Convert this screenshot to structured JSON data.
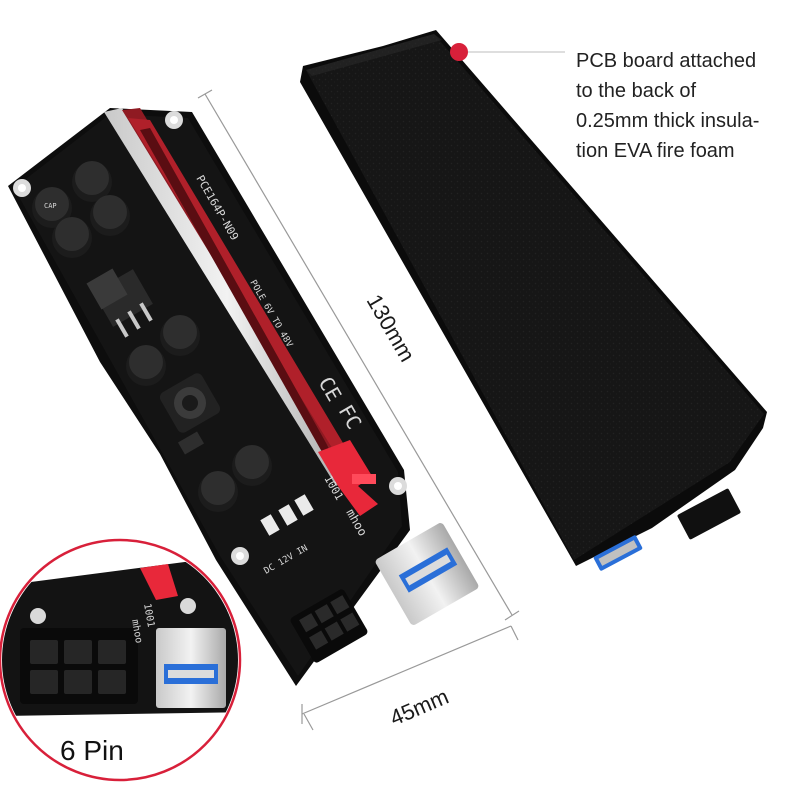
{
  "callout": {
    "lines": [
      "PCB board attached",
      "to the back of",
      "0.25mm thick insula-",
      "tion EVA fire foam"
    ]
  },
  "dimensions": {
    "length_label": "130mm",
    "width_label": "45mm"
  },
  "inset": {
    "label": "6 Pin"
  },
  "pcb_markings": {
    "model": "PCE164P-N09",
    "power_input": "DC 12V IN",
    "voltage_range": "POLE 6V TO 48V",
    "revision": "1001",
    "brand": "mhoo",
    "cert_ce": "CE",
    "cert_fc": "FC"
  },
  "colors": {
    "pcb": "#111111",
    "slot_red": "#b0202a",
    "clip_red": "#e8283a",
    "foam": "#151515",
    "callout_dot": "#d8203a",
    "usb_blue": "#2a6fd8"
  }
}
